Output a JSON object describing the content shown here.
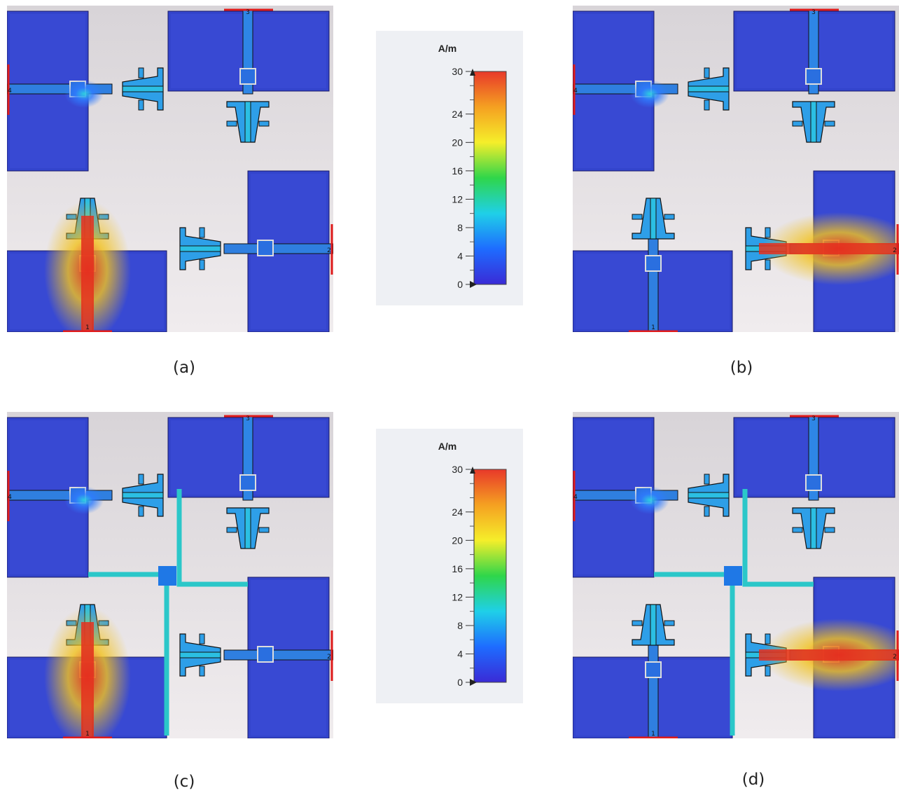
{
  "figure": {
    "panels": [
      {
        "id": "a",
        "caption": "(a)",
        "excited_port": "1",
        "feed_slot": false
      },
      {
        "id": "b",
        "caption": "(b)",
        "excited_port": "2",
        "feed_slot": false
      },
      {
        "id": "c",
        "caption": "(c)",
        "excited_port": "1",
        "feed_slot": true
      },
      {
        "id": "d",
        "caption": "(d)",
        "excited_port": "2",
        "feed_slot": true
      }
    ],
    "port_labels": [
      "1",
      "2",
      "3",
      "4"
    ],
    "legend": {
      "unit": "A/m",
      "ticks": [
        "30",
        "24",
        "20",
        "16",
        "12",
        "8",
        "4",
        "0"
      ],
      "scale_min": 0,
      "scale_max": 30,
      "colormap": [
        "#3a2bd6",
        "#1e6cff",
        "#1fd0e8",
        "#2fd64a",
        "#f5ee2a",
        "#f5a021",
        "#e8392a"
      ]
    },
    "colors": {
      "background": "#d8d4d8",
      "substrate_light": "#f0ecee",
      "patch_base": "#3344cc",
      "hot": "#e5301f",
      "port_marker": "#e01c1c"
    }
  }
}
